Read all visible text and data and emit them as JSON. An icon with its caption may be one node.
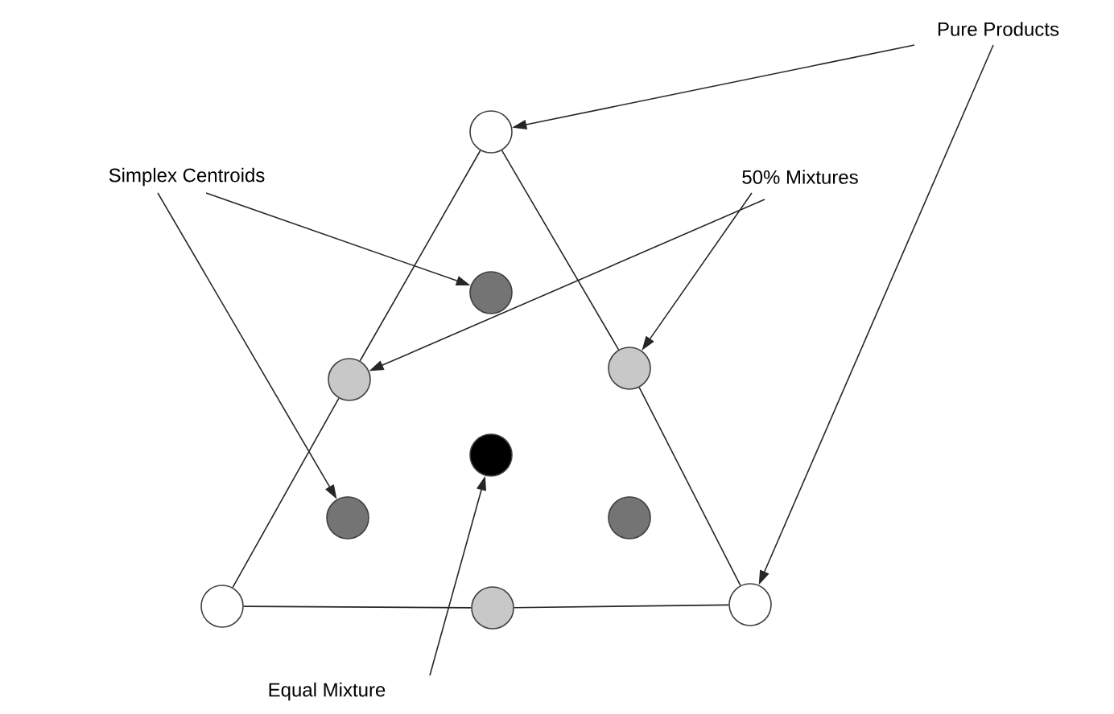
{
  "diagram": {
    "nodes": [
      {
        "text": [
          "Pure Products"
        ]
      },
      {
        "text": [
          "Simplex Centroids"
        ]
      },
      {
        "text": [
          "50% Mixtures"
        ]
      },
      {
        "text": [],
        "shape": "circle"
      },
      {
        "text": [],
        "shape": "circle"
      },
      {
        "text": [],
        "shape": "circle"
      },
      {
        "text": [],
        "shape": "circle"
      },
      {
        "text": [],
        "shape": "circle"
      },
      {
        "text": [],
        "shape": "circle"
      },
      {
        "text": [],
        "shape": "circle"
      },
      {
        "text": [],
        "shape": "circle"
      },
      {
        "text": [],
        "shape": "circle"
      },
      {
        "text": [],
        "shape": "circle"
      },
      {
        "text": [
          "Equal Mixture"
        ]
      }
    ],
    "edges": [
      {
        "from": 0,
        "to": 3,
        "arrow": "to"
      },
      {
        "from": 0,
        "to": 12,
        "arrow": "to"
      },
      {
        "from": 1,
        "to": 4,
        "arrow": "to"
      },
      {
        "from": 1,
        "to": 8,
        "arrow": "to"
      },
      {
        "from": 2,
        "to": 5,
        "arrow": "to"
      },
      {
        "from": 2,
        "to": 6,
        "arrow": "to"
      },
      {
        "from": 13,
        "to": 7,
        "arrow": "to"
      },
      {
        "from": 3,
        "to": 5,
        "arrow": "none"
      },
      {
        "from": 5,
        "to": 10,
        "arrow": "none"
      },
      {
        "from": 3,
        "to": 6,
        "arrow": "none"
      },
      {
        "from": 6,
        "to": 12,
        "arrow": "none"
      },
      {
        "from": 10,
        "to": 11,
        "arrow": "none"
      },
      {
        "from": 11,
        "to": 12,
        "arrow": "none"
      }
    ]
  }
}
